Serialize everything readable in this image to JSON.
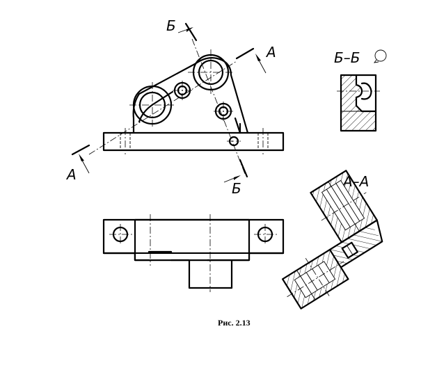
{
  "labels": {
    "section_a_mark": "А",
    "section_b_mark": "Б",
    "section_b_title": "Б–Б",
    "section_a_title": "А–А",
    "caption": "Рис. 2.13"
  }
}
